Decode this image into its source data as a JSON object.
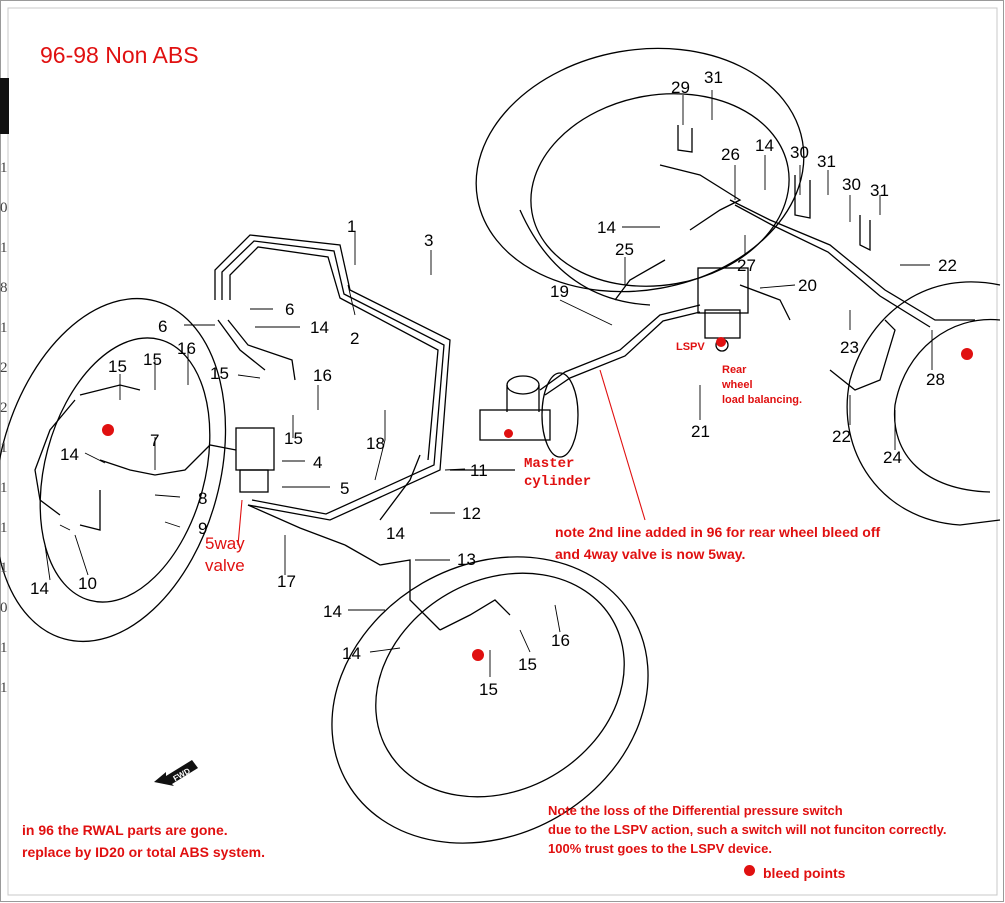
{
  "title": "96-98 Non ABS",
  "colors": {
    "annotation": "#e01010",
    "line": "#000000",
    "background": "#ffffff"
  },
  "labels": {
    "p1": "1",
    "p2": "2",
    "p3": "3",
    "p4": "4",
    "p5": "5",
    "p6a": "6",
    "p6b": "6",
    "p7": "7",
    "p8": "8",
    "p9": "9",
    "p10": "10",
    "p11": "11",
    "p12": "12",
    "p13": "13",
    "p14a": "14",
    "p14b": "14",
    "p14c": "14",
    "p14d": "14",
    "p14e": "14",
    "p14f": "14",
    "p14g": "14",
    "p14h": "14",
    "p15a": "15",
    "p15b": "15",
    "p15c": "15",
    "p15d": "15",
    "p15e": "15",
    "p15f": "15",
    "p16a": "16",
    "p16b": "16",
    "p16c": "16",
    "p17": "17",
    "p18": "18",
    "p19": "19",
    "p20": "20",
    "p21": "21",
    "p22a": "22",
    "p22b": "22",
    "p23": "23",
    "p24": "24",
    "p25": "25",
    "p26": "26",
    "p27": "27",
    "p28": "28",
    "p29": "29",
    "p30a": "30",
    "p30b": "30",
    "p31a": "31",
    "p31b": "31",
    "p31c": "31"
  },
  "annotations": {
    "fivewayValve": "5way\nvalve",
    "masterCylinder": "Master\ncylinder",
    "lspv": "LSPV",
    "rearWheel": "Rear\nwheel\nload balancing.",
    "note2ndLine": "note 2nd line added in 96 for rear wheel bleed off\nand 4way valve is now 5way.",
    "rwalNote": "in 96 the RWAL parts are gone.\nreplace by ID20 or total ABS system.",
    "lspvNote": "Note the loss of the Differential pressure switch\ndue to the LSPV action, such a switch will not funciton correctly.\n100% trust goes to the LSPV device.",
    "bleedPoints": "bleed points"
  },
  "fwdArrow": "FWD",
  "leftEdgeChars": [
    "1",
    "0",
    "1",
    "8",
    "1",
    "2",
    "2",
    "1",
    "1",
    "1",
    "1",
    "0",
    "1",
    "1"
  ]
}
